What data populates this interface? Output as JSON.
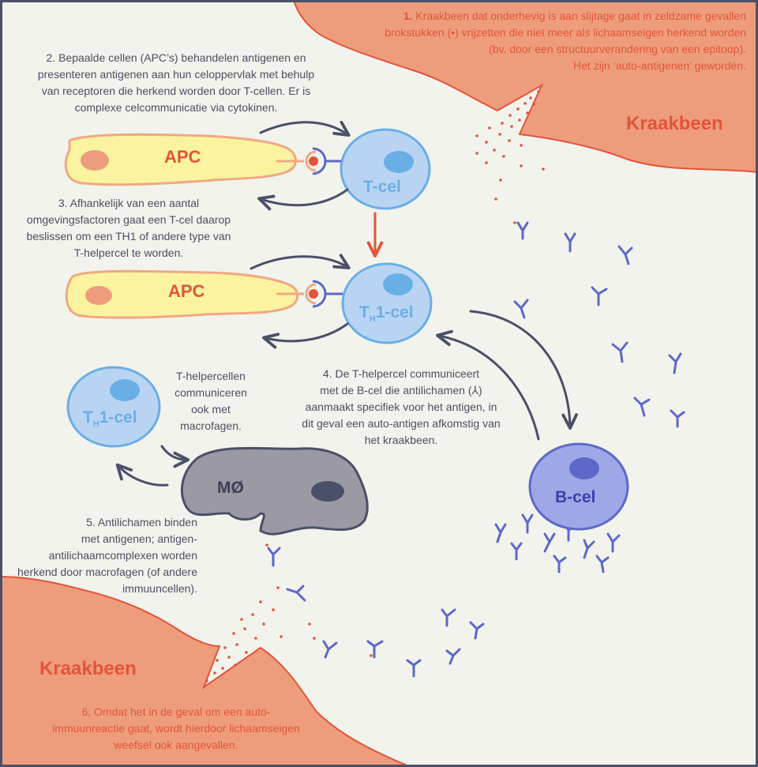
{
  "regions": {
    "cartilage_top_label": "Kraakbeen",
    "cartilage_bottom_label": "Kraakbeen"
  },
  "cells": {
    "apc1": "APC",
    "apc2": "APC",
    "tcel": "T-cel",
    "th1_main_sub": "H",
    "th1_main_prefix": "T",
    "th1_main_suffix": "1-cel",
    "th1_small_prefix": "T",
    "th1_small_sub": "H",
    "th1_small_suffix": "1-cel",
    "macrophage": "MØ",
    "bcel": "B-cel"
  },
  "steps": {
    "step1_num": "1.",
    "step1_lines": [
      "Kraakbeen dat onderhevig is aan slijtage gaat in zeldzame gevallen",
      "brokstukken (•) vrijzetten die niet meer als lichaamseigen herkend worden",
      "(bv. door een structuurverandering van een epitoop).",
      "Het zijn ‘auto-antigenen’ geworden."
    ],
    "step2_lines": [
      "2. Bepaalde cellen (APC’s) behandelen antigenen en",
      "presenteren antigenen aan hun celoppervlak met behulp",
      "van receptoren die herkend worden door T-cellen. Er is",
      "complexe celcommunicatie via cytokinen."
    ],
    "step3_lines": [
      "3. Afhankelijk van een aantal",
      "omgevingsfactoren gaat een T-cel daarop",
      "beslissen om een TH1 of andere type van",
      "T-helpercel te worden."
    ],
    "step_macro_lines": [
      "T-helpercellen",
      "communiceren",
      "ook met",
      "macrofagen."
    ],
    "step4_lines": [
      "4. De T-helpercel communiceert",
      "met de B-cel die antilichamen (⅄)",
      "aanmaakt specifiek voor het antigen, in",
      "dit geval een auto-antigen afkomstig van",
      "het kraakbeen."
    ],
    "step5_lines": [
      "5. Antilichamen binden",
      "met antigenen; antigen-",
      "antilichaamcomplexen worden",
      "herkend door macrofagen (of andere",
      "immuuncellen)."
    ],
    "step6_lines": [
      "6. Omdat het in de geval om een auto-",
      "immuunreactie gaat, wordt hierdoor lichaamseigen",
      "weefsel ook aangevallen."
    ]
  },
  "colors": {
    "background": "#f2f3ec",
    "cartilage_fill": "#ee9d7c",
    "cartilage_stroke": "#e2543b",
    "accent_orange": "#e2543b",
    "text_gray": "#4a4f63",
    "apc_fill": "#fbf3a0",
    "apc_stroke": "#f0a882",
    "apc_nucleus": "#ee9d7c",
    "tcell_fill": "#b9d4f3",
    "tcell_stroke": "#6aaee6",
    "tcell_nucleus": "#6aaee6",
    "bcell_fill": "#9fa8e6",
    "bcell_stroke": "#5d68c9",
    "bcell_nucleus": "#5d68c9",
    "macrophage_fill": "#9a99a4",
    "macrophage_stroke": "#4a5068",
    "antibody": "#5d68c9",
    "arrow_dark": "#4a5068"
  }
}
